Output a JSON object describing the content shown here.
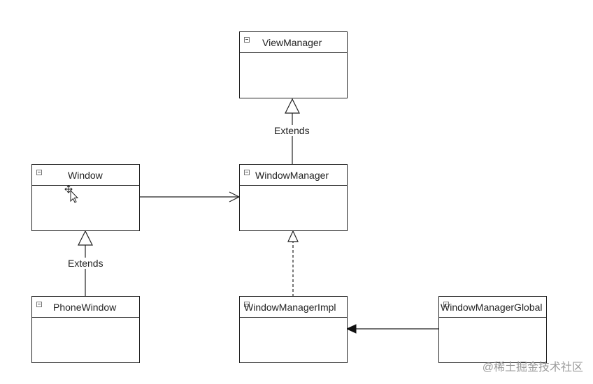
{
  "classes": {
    "view_manager": "ViewManager",
    "window": "Window",
    "window_manager": "WindowManager",
    "phone_window": "PhoneWindow",
    "window_manager_impl": "WindowManagerImpl",
    "window_manager_global": "WindowManagerGlobal"
  },
  "edges": {
    "window_manager_extends_view_manager": "Extends",
    "phone_window_extends_window": "Extends"
  },
  "watermark": "@稀土掘金技术社区",
  "colors": {
    "line": "#222222",
    "watermark": "#9a9a9a"
  },
  "icons": {
    "collapse": "collapse-square-icon",
    "cursor": "move-cursor-icon"
  }
}
